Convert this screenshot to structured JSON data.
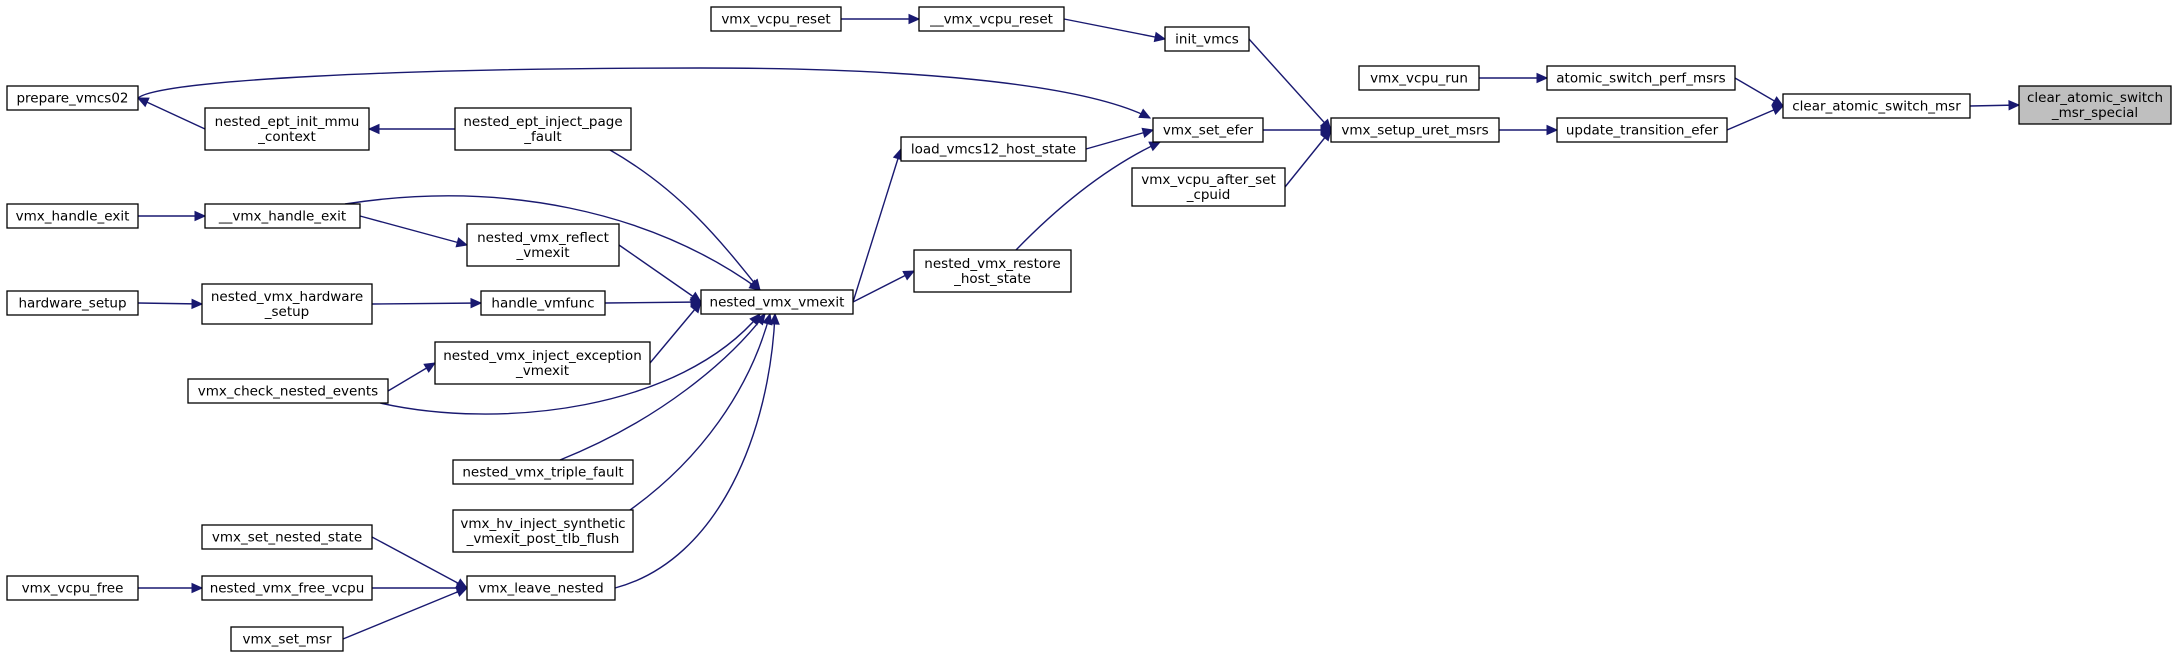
{
  "graph": {
    "nodes": {
      "clear_atomic_switch_msr_special": [
        "clear_atomic_switch",
        "_msr_special"
      ],
      "clear_atomic_switch_msr": [
        "clear_atomic_switch_msr"
      ],
      "atomic_switch_perf_msrs": [
        "atomic_switch_perf_msrs"
      ],
      "update_transition_efer": [
        "update_transition_efer"
      ],
      "vmx_vcpu_run": [
        "vmx_vcpu_run"
      ],
      "vmx_setup_uret_msrs": [
        "vmx_setup_uret_msrs"
      ],
      "init_vmcs": [
        "init_vmcs"
      ],
      "vmx_set_efer": [
        "vmx_set_efer"
      ],
      "vmx_vcpu_after_set_cpuid": [
        "vmx_vcpu_after_set",
        "_cpuid"
      ],
      "__vmx_vcpu_reset": [
        "__vmx_vcpu_reset"
      ],
      "vmx_vcpu_reset": [
        "vmx_vcpu_reset"
      ],
      "load_vmcs12_host_state": [
        "load_vmcs12_host_state"
      ],
      "nested_vmx_restore_host_state": [
        "nested_vmx_restore",
        "_host_state"
      ],
      "nested_vmx_vmexit": [
        "nested_vmx_vmexit"
      ],
      "prepare_vmcs02": [
        "prepare_vmcs02"
      ],
      "nested_ept_init_mmu_context": [
        "nested_ept_init_mmu",
        "_context"
      ],
      "nested_ept_inject_page_fault": [
        "nested_ept_inject_page",
        "_fault"
      ],
      "vmx_handle_exit": [
        "vmx_handle_exit"
      ],
      "__vmx_handle_exit": [
        "__vmx_handle_exit"
      ],
      "nested_vmx_reflect_vmexit": [
        "nested_vmx_reflect",
        "_vmexit"
      ],
      "hardware_setup": [
        "hardware_setup"
      ],
      "nested_vmx_hardware_setup": [
        "nested_vmx_hardware",
        "_setup"
      ],
      "handle_vmfunc": [
        "handle_vmfunc"
      ],
      "nested_vmx_inject_exception_vmexit": [
        "nested_vmx_inject_exception",
        "_vmexit"
      ],
      "vmx_check_nested_events": [
        "vmx_check_nested_events"
      ],
      "nested_vmx_triple_fault": [
        "nested_vmx_triple_fault"
      ],
      "vmx_hv_inject_synthetic_vmexit_post_tlb_flush": [
        "vmx_hv_inject_synthetic",
        "_vmexit_post_tlb_flush"
      ],
      "vmx_leave_nested": [
        "vmx_leave_nested"
      ],
      "vmx_set_nested_state": [
        "vmx_set_nested_state"
      ],
      "nested_vmx_free_vcpu": [
        "nested_vmx_free_vcpu"
      ],
      "vmx_vcpu_free": [
        "vmx_vcpu_free"
      ],
      "vmx_set_msr": [
        "vmx_set_msr"
      ]
    },
    "highlighted_node": "clear_atomic_switch_msr_special",
    "edges": [
      [
        "clear_atomic_switch_msr",
        "clear_atomic_switch_msr_special"
      ],
      [
        "atomic_switch_perf_msrs",
        "clear_atomic_switch_msr"
      ],
      [
        "update_transition_efer",
        "clear_atomic_switch_msr"
      ],
      [
        "vmx_vcpu_run",
        "atomic_switch_perf_msrs"
      ],
      [
        "vmx_setup_uret_msrs",
        "update_transition_efer"
      ],
      [
        "init_vmcs",
        "vmx_setup_uret_msrs"
      ],
      [
        "vmx_set_efer",
        "vmx_setup_uret_msrs"
      ],
      [
        "vmx_vcpu_after_set_cpuid",
        "vmx_setup_uret_msrs"
      ],
      [
        "__vmx_vcpu_reset",
        "init_vmcs"
      ],
      [
        "vmx_vcpu_reset",
        "__vmx_vcpu_reset"
      ],
      [
        "prepare_vmcs02",
        "vmx_set_efer"
      ],
      [
        "load_vmcs12_host_state",
        "vmx_set_efer"
      ],
      [
        "nested_vmx_restore_host_state",
        "vmx_set_efer"
      ],
      [
        "nested_vmx_vmexit",
        "load_vmcs12_host_state"
      ],
      [
        "nested_vmx_vmexit",
        "nested_vmx_restore_host_state"
      ],
      [
        "nested_ept_init_mmu_context",
        "prepare_vmcs02"
      ],
      [
        "nested_ept_inject_page_fault",
        "nested_ept_init_mmu_context"
      ],
      [
        "nested_ept_inject_page_fault",
        "nested_vmx_vmexit"
      ],
      [
        "__vmx_handle_exit",
        "nested_vmx_vmexit"
      ],
      [
        "nested_vmx_reflect_vmexit",
        "nested_vmx_vmexit"
      ],
      [
        "handle_vmfunc",
        "nested_vmx_vmexit"
      ],
      [
        "nested_vmx_inject_exception_vmexit",
        "nested_vmx_vmexit"
      ],
      [
        "vmx_check_nested_events",
        "nested_vmx_vmexit"
      ],
      [
        "nested_vmx_triple_fault",
        "nested_vmx_vmexit"
      ],
      [
        "vmx_hv_inject_synthetic_vmexit_post_tlb_flush",
        "nested_vmx_vmexit"
      ],
      [
        "vmx_leave_nested",
        "nested_vmx_vmexit"
      ],
      [
        "vmx_handle_exit",
        "__vmx_handle_exit"
      ],
      [
        "__vmx_handle_exit",
        "nested_vmx_reflect_vmexit"
      ],
      [
        "hardware_setup",
        "nested_vmx_hardware_setup"
      ],
      [
        "nested_vmx_hardware_setup",
        "handle_vmfunc"
      ],
      [
        "vmx_check_nested_events",
        "nested_vmx_inject_exception_vmexit"
      ],
      [
        "vmx_set_nested_state",
        "vmx_leave_nested"
      ],
      [
        "nested_vmx_free_vcpu",
        "vmx_leave_nested"
      ],
      [
        "vmx_set_msr",
        "vmx_leave_nested"
      ],
      [
        "vmx_vcpu_free",
        "nested_vmx_free_vcpu"
      ]
    ]
  },
  "colors": {
    "edge": "#191970",
    "node_border": "#000000",
    "node_fill": "#ffffff",
    "highlight_fill": "#bfbfbf"
  }
}
